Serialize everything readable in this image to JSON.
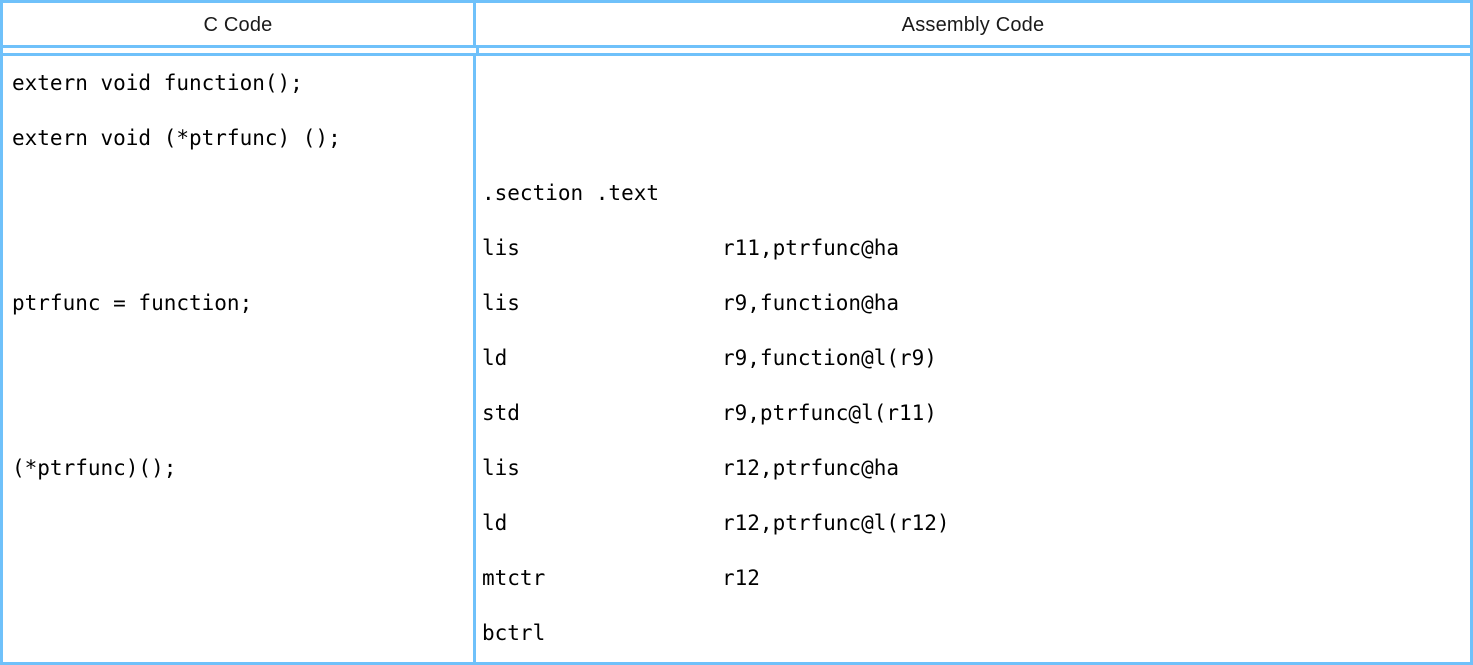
{
  "table": {
    "headers": {
      "c_code": "C Code",
      "assembly_code": "Assembly Code"
    },
    "border_color": "#6fc1fa",
    "c_lines": [
      "extern void function();",
      "extern void (*ptrfunc) ();",
      "",
      "",
      "ptrfunc = function;",
      "",
      "",
      "(*ptrfunc)();",
      "",
      "",
      ""
    ],
    "asm_lines": [
      {
        "mnemonic": "",
        "operands": ""
      },
      {
        "mnemonic": "",
        "operands": ""
      },
      {
        "mnemonic": ".section .text",
        "operands": ""
      },
      {
        "mnemonic": "lis",
        "operands": "r11,ptrfunc@ha"
      },
      {
        "mnemonic": "lis",
        "operands": "r9,function@ha"
      },
      {
        "mnemonic": "ld",
        "operands": "r9,function@l(r9)"
      },
      {
        "mnemonic": "std",
        "operands": "r9,ptrfunc@l(r11)"
      },
      {
        "mnemonic": "lis",
        "operands": "r12,ptrfunc@ha"
      },
      {
        "mnemonic": "ld",
        "operands": "r12,ptrfunc@l(r12)"
      },
      {
        "mnemonic": "mtctr",
        "operands": "r12"
      },
      {
        "mnemonic": "bctrl",
        "operands": ""
      }
    ]
  }
}
